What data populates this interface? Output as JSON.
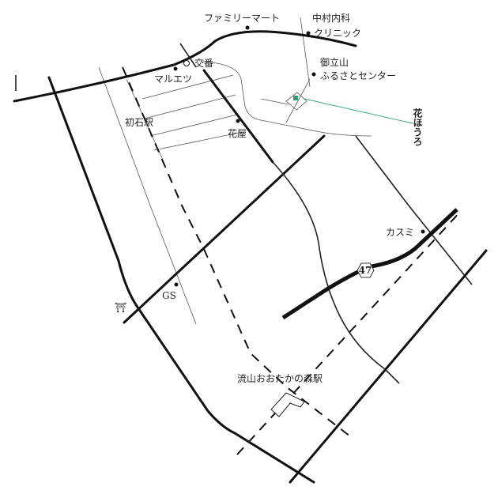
{
  "labels": {
    "family_mart": "ファミリーマート",
    "nakamura_1": "中村内科",
    "nakamura_2": "クリニック",
    "koban": "交番",
    "maruetsu": "マルエツ",
    "mitateyama_1": "御立山",
    "mitateyama_2": "ふるさとセンター",
    "hatsuishi": "初石駅",
    "hanaya": "花屋",
    "kasumi": "カスミ",
    "route": "47",
    "gs": "GS",
    "shrine": "⛩",
    "station": "流山おおたかの森駅",
    "logo": "花ほうろ"
  },
  "colors": {
    "accent": "#2a9d78",
    "road": "#111111"
  }
}
